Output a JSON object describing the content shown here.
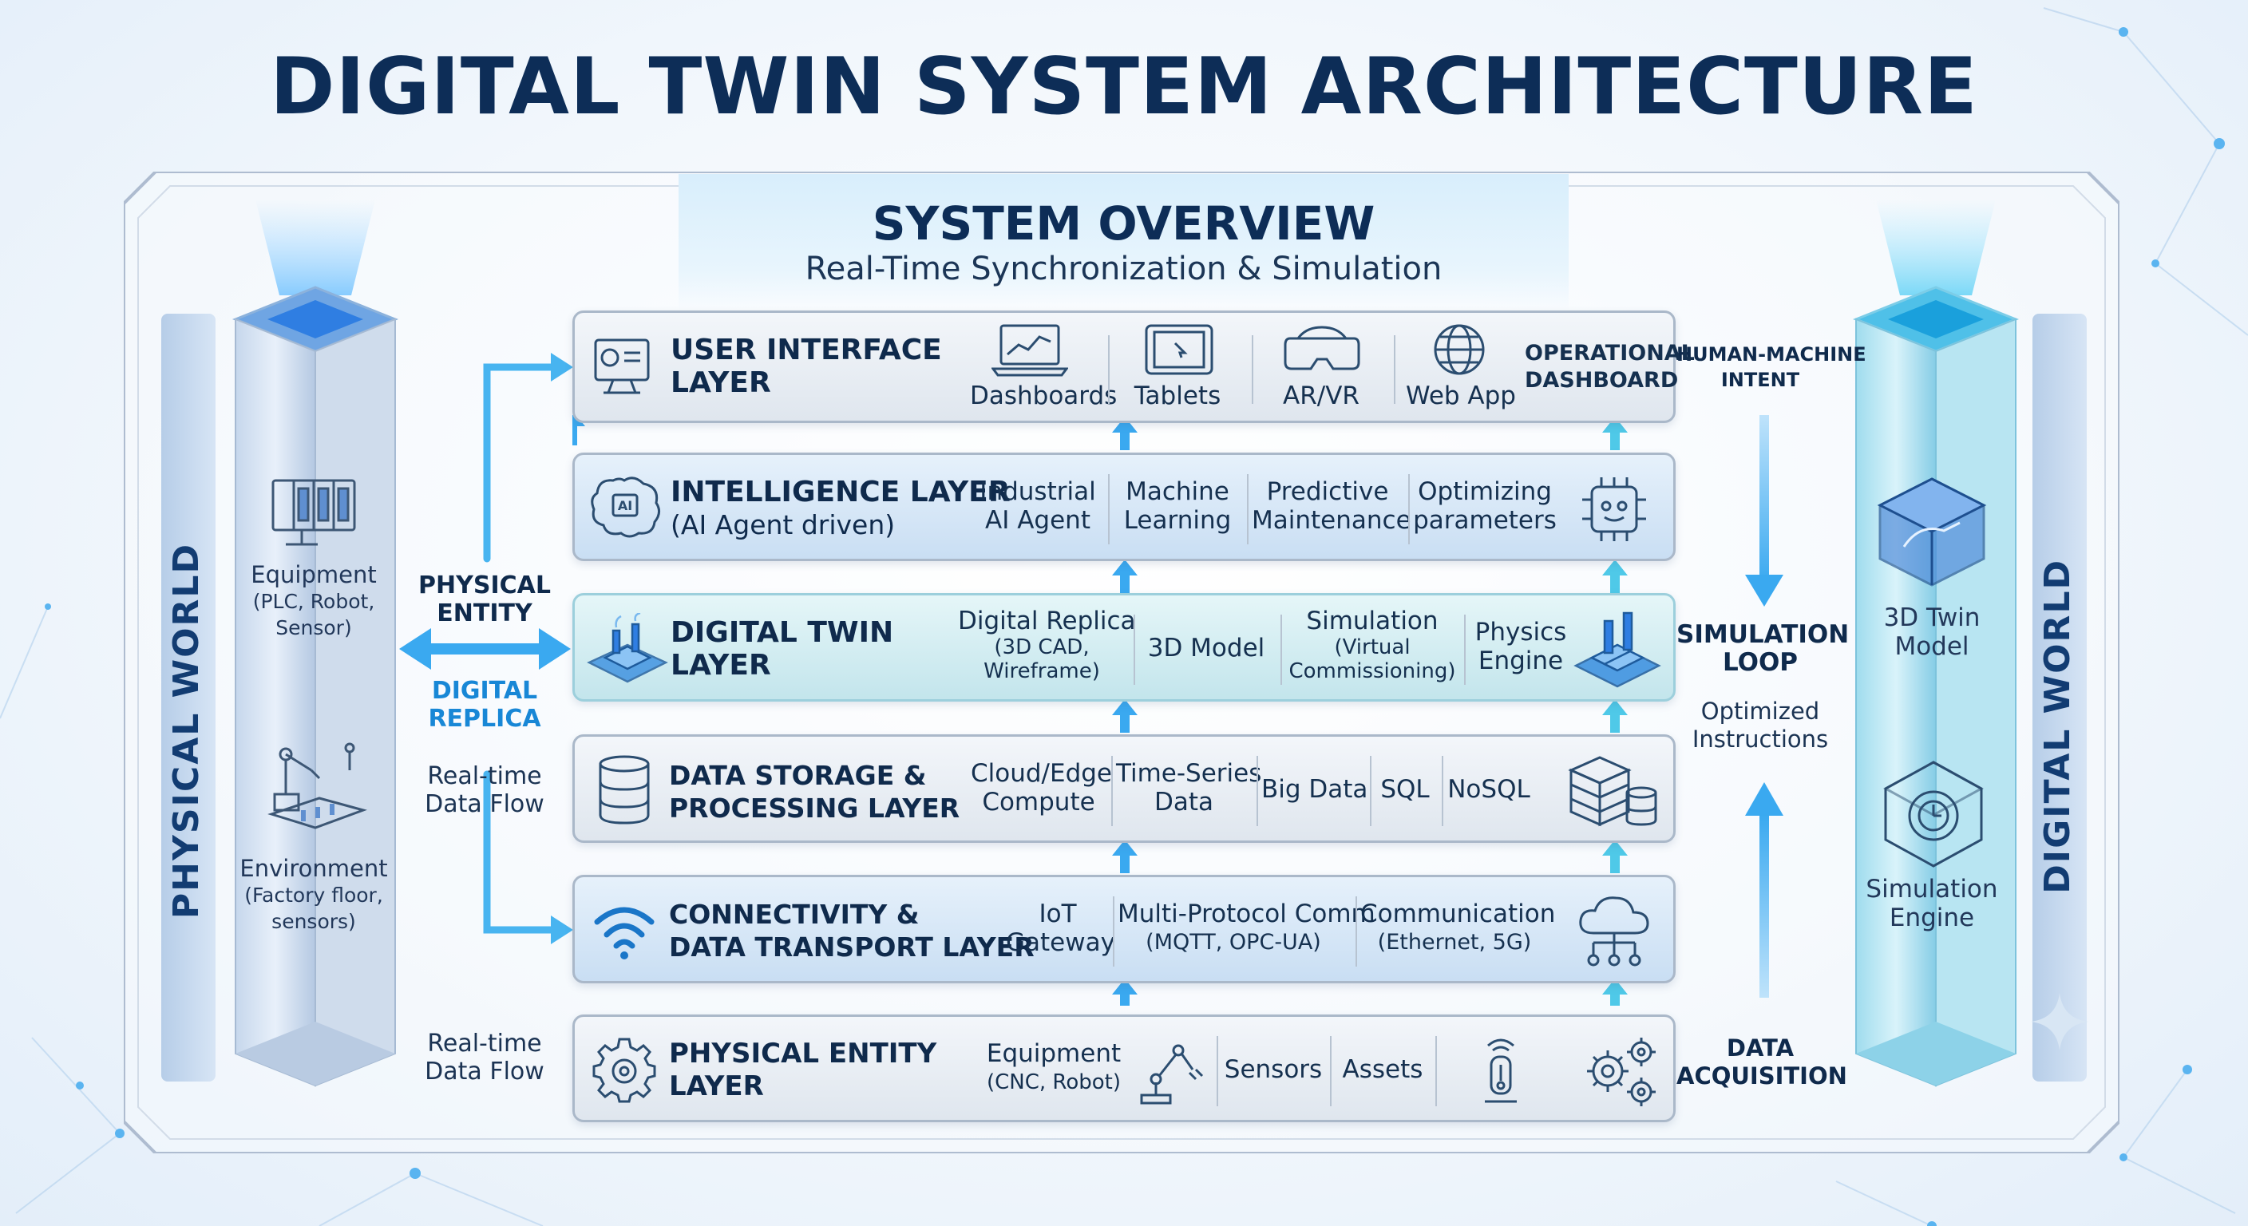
{
  "title": "DIGITAL TWIN SYSTEM ARCHITECTURE",
  "overview": {
    "title": "SYSTEM OVERVIEW",
    "subtitle": "Real-Time Synchronization & Simulation"
  },
  "physical_world": {
    "label": "PHYSICAL WORLD",
    "items": [
      {
        "line1": "Equipment",
        "line2": "(PLC, Robot,",
        "line3": "Sensor)"
      },
      {
        "line1": "Environment",
        "line2": "(Factory floor,",
        "line3": "sensors)"
      }
    ]
  },
  "digital_world": {
    "label": "DIGITAL WORLD",
    "items": [
      {
        "line1": "3D Twin",
        "line2": "Model"
      },
      {
        "line1": "Simulation",
        "line2": "Engine"
      }
    ]
  },
  "left_labels": {
    "physical_entity": [
      "PHYSICAL",
      "ENTITY"
    ],
    "digital_replica": [
      "DIGITAL",
      "REPLICA"
    ],
    "flow_upper": [
      "Real-time",
      "Data Flow"
    ],
    "flow_lower": [
      "Real-time",
      "Data Flow"
    ]
  },
  "right_labels": {
    "hmi": [
      "HUMAN-MACHINE",
      "INTENT"
    ],
    "loop": [
      "SIMULATION",
      "LOOP"
    ],
    "optimized": [
      "Optimized",
      "Instructions"
    ],
    "acquisition": [
      "DATA",
      "ACQUISITION"
    ]
  },
  "layers": {
    "ui": {
      "name": [
        "USER INTERFACE",
        "LAYER"
      ],
      "items": [
        "Dashboards",
        "Tablets",
        "AR/VR",
        "Web App"
      ],
      "badge": [
        "OPERATIONAL",
        "DASHBOARD"
      ]
    },
    "intelligence": {
      "name": "INTELLIGENCE LAYER",
      "sub": "(AI Agent driven)",
      "items": [
        [
          "Industrial",
          "AI Agent"
        ],
        [
          "Machine",
          "Learning"
        ],
        [
          "Predictive",
          "Maintenance"
        ],
        [
          "Optimizing",
          "parameters"
        ]
      ],
      "icon_text": "AI"
    },
    "twin": {
      "name": [
        "DIGITAL TWIN",
        "LAYER"
      ],
      "replica": [
        "Digital Replica",
        "(3D CAD,",
        "Wireframe)"
      ],
      "model": "3D Model",
      "simulation": [
        "Simulation",
        "(Virtual",
        "Commissioning)"
      ],
      "physics": [
        "Physics",
        "Engine"
      ]
    },
    "storage": {
      "name": [
        "DATA STORAGE &",
        "PROCESSING LAYER"
      ],
      "items": [
        [
          "Cloud/Edge",
          "Compute"
        ],
        [
          "Time-Series",
          "Data"
        ],
        [
          "Big Data"
        ],
        [
          "SQL"
        ],
        [
          "NoSQL"
        ]
      ]
    },
    "connectivity": {
      "name": [
        "CONNECTIVITY &",
        "DATA TRANSPORT LAYER"
      ],
      "items": [
        [
          "IoT",
          "Gateway"
        ],
        [
          "Multi-Protocol Comm",
          "(MQTT, OPC-UA)"
        ],
        [
          "Communication",
          "(Ethernet, 5G)"
        ]
      ]
    },
    "physical": {
      "name": [
        "PHYSICAL ENTITY",
        "LAYER"
      ],
      "items": [
        [
          "Equipment",
          "(CNC, Robot)"
        ],
        [
          "Sensors"
        ],
        [
          "Assets"
        ]
      ]
    }
  },
  "colors": {
    "accent": "#2aa8f2",
    "navy": "#0d2d57",
    "teal": "#4fc0dc"
  },
  "icons": [
    "monitor-icon",
    "laptop-chart-icon",
    "tablet-icon",
    "vr-headset-icon",
    "globe-icon",
    "brain-ai-icon",
    "chip-robot-icon",
    "factory-3d-icon",
    "database-icon",
    "server-stack-icon",
    "wifi-icon",
    "cloud-network-icon",
    "gear-icon",
    "robot-arm-icon",
    "sensor-icon",
    "gears-icon",
    "equipment-rack-icon",
    "robot-line-icon",
    "cube-3d-icon",
    "simulation-cube-icon"
  ]
}
